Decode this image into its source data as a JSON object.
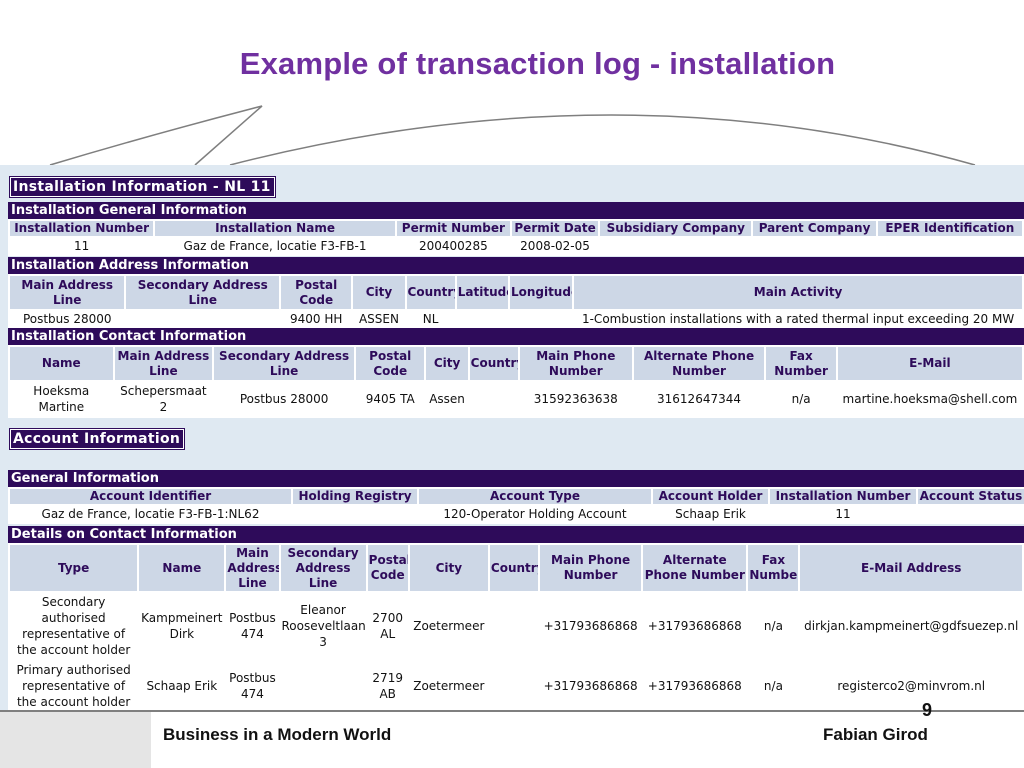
{
  "slide": {
    "title": "Example of transaction log - installation",
    "footer_left": "Business in a Modern World",
    "footer_right": "Fabian Girod",
    "page_number": "9"
  },
  "installation": {
    "title": "Installation Information - NL 11",
    "general": {
      "bar": "Installation General Information",
      "headers": [
        "Installation Number",
        "Installation Name",
        "Permit Number",
        "Permit Date",
        "Subsidiary Company",
        "Parent Company",
        "EPER Identification"
      ],
      "row": [
        "11",
        "Gaz de France, locatie F3-FB-1",
        "200400285",
        "2008-02-05",
        "",
        "",
        ""
      ]
    },
    "address": {
      "bar": "Installation Address Information",
      "headers": [
        "Main Address Line",
        "Secondary Address Line",
        "Postal Code",
        "City",
        "Country",
        "Latitude",
        "Longitude",
        "Main Activity"
      ],
      "row": [
        "Postbus 28000",
        "",
        "9400 HH",
        "ASSEN",
        "NL",
        "",
        "",
        "1-Combustion installations with a rated thermal input exceeding 20 MW"
      ]
    },
    "contact": {
      "bar": "Installation Contact Information",
      "headers": [
        "Name",
        "Main Address Line",
        "Secondary Address Line",
        "Postal Code",
        "City",
        "Country",
        "Main Phone Number",
        "Alternate Phone Number",
        "Fax Number",
        "E-Mail"
      ],
      "row": [
        "Hoeksma Martine",
        "Schepersmaat 2",
        "Postbus 28000",
        "9405 TA",
        "Assen",
        "",
        "31592363638",
        "31612647344",
        "n/a",
        "martine.hoeksma@shell.com"
      ]
    }
  },
  "account": {
    "title": "Account Information",
    "general": {
      "bar": "General Information",
      "headers": [
        "Account Identifier",
        "Holding Registry",
        "Account Type",
        "Account Holder",
        "Installation Number",
        "Account Status"
      ],
      "row": [
        "Gaz de France, locatie F3-FB-1:NL62",
        "",
        "120-Operator Holding Account",
        "Schaap Erik",
        "11",
        ""
      ]
    },
    "contacts": {
      "bar": "Details on Contact Information",
      "headers": [
        "Type",
        "Name",
        "Main Address Line",
        "Secondary Address Line",
        "Postal Code",
        "City",
        "Country",
        "Main Phone Number",
        "Alternate Phone Number",
        "Fax Number",
        "E-Mail Address"
      ],
      "rows": [
        [
          "Secondary authorised representative of the account holder",
          "Kampmeinert Dirk",
          "Postbus 474",
          "Eleanor Rooseveltlaan 3",
          "2700 AL",
          "Zoetermeer",
          "",
          "+31793686868",
          "+31793686868",
          "n/a",
          "dirkjan.kampmeinert@gdfsuezep.nl"
        ],
        [
          "Primary authorised representative of the account holder",
          "Schaap Erik",
          "Postbus 474",
          "",
          "2719 AB",
          "Zoetermeer",
          "",
          "+31793686868",
          "+31793686868",
          "n/a",
          "registerco2@minvrom.nl"
        ]
      ]
    }
  },
  "colors": {
    "title": "#7030a0",
    "section_bar": "#2e0b5a",
    "header_cell": "#cdd7e6",
    "panel_bg": "#dfe9f2"
  }
}
